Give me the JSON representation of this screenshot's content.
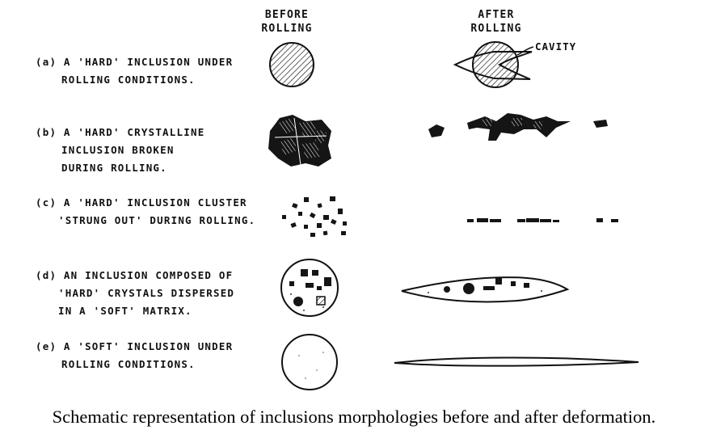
{
  "headers": {
    "before": [
      "BEFORE",
      "ROLLING"
    ],
    "after": [
      "AFTER",
      "ROLLING"
    ]
  },
  "rows": [
    {
      "id": "a",
      "lines": [
        "(a) A 'HARD' INCLUSION UNDER",
        "ROLLING CONDITIONS."
      ]
    },
    {
      "id": "b",
      "lines": [
        "(b) A 'HARD' CRYSTALLINE",
        "INCLUSION BROKEN",
        "DURING ROLLING."
      ]
    },
    {
      "id": "c",
      "lines": [
        "(c) A 'HARD' INCLUSION CLUSTER",
        "'STRUNG OUT' DURING ROLLING."
      ]
    },
    {
      "id": "d",
      "lines": [
        "(d) AN INCLUSION COMPOSED OF",
        "'HARD' CRYSTALS DISPERSED",
        "IN A 'SOFT' MATRIX."
      ]
    },
    {
      "id": "e",
      "lines": [
        "(e) A 'SOFT' INCLUSION UNDER",
        "ROLLING CONDITIONS."
      ]
    }
  ],
  "annotation": "CAVITY",
  "caption": "Schematic representation of inclusions morphologies before and after deformation."
}
